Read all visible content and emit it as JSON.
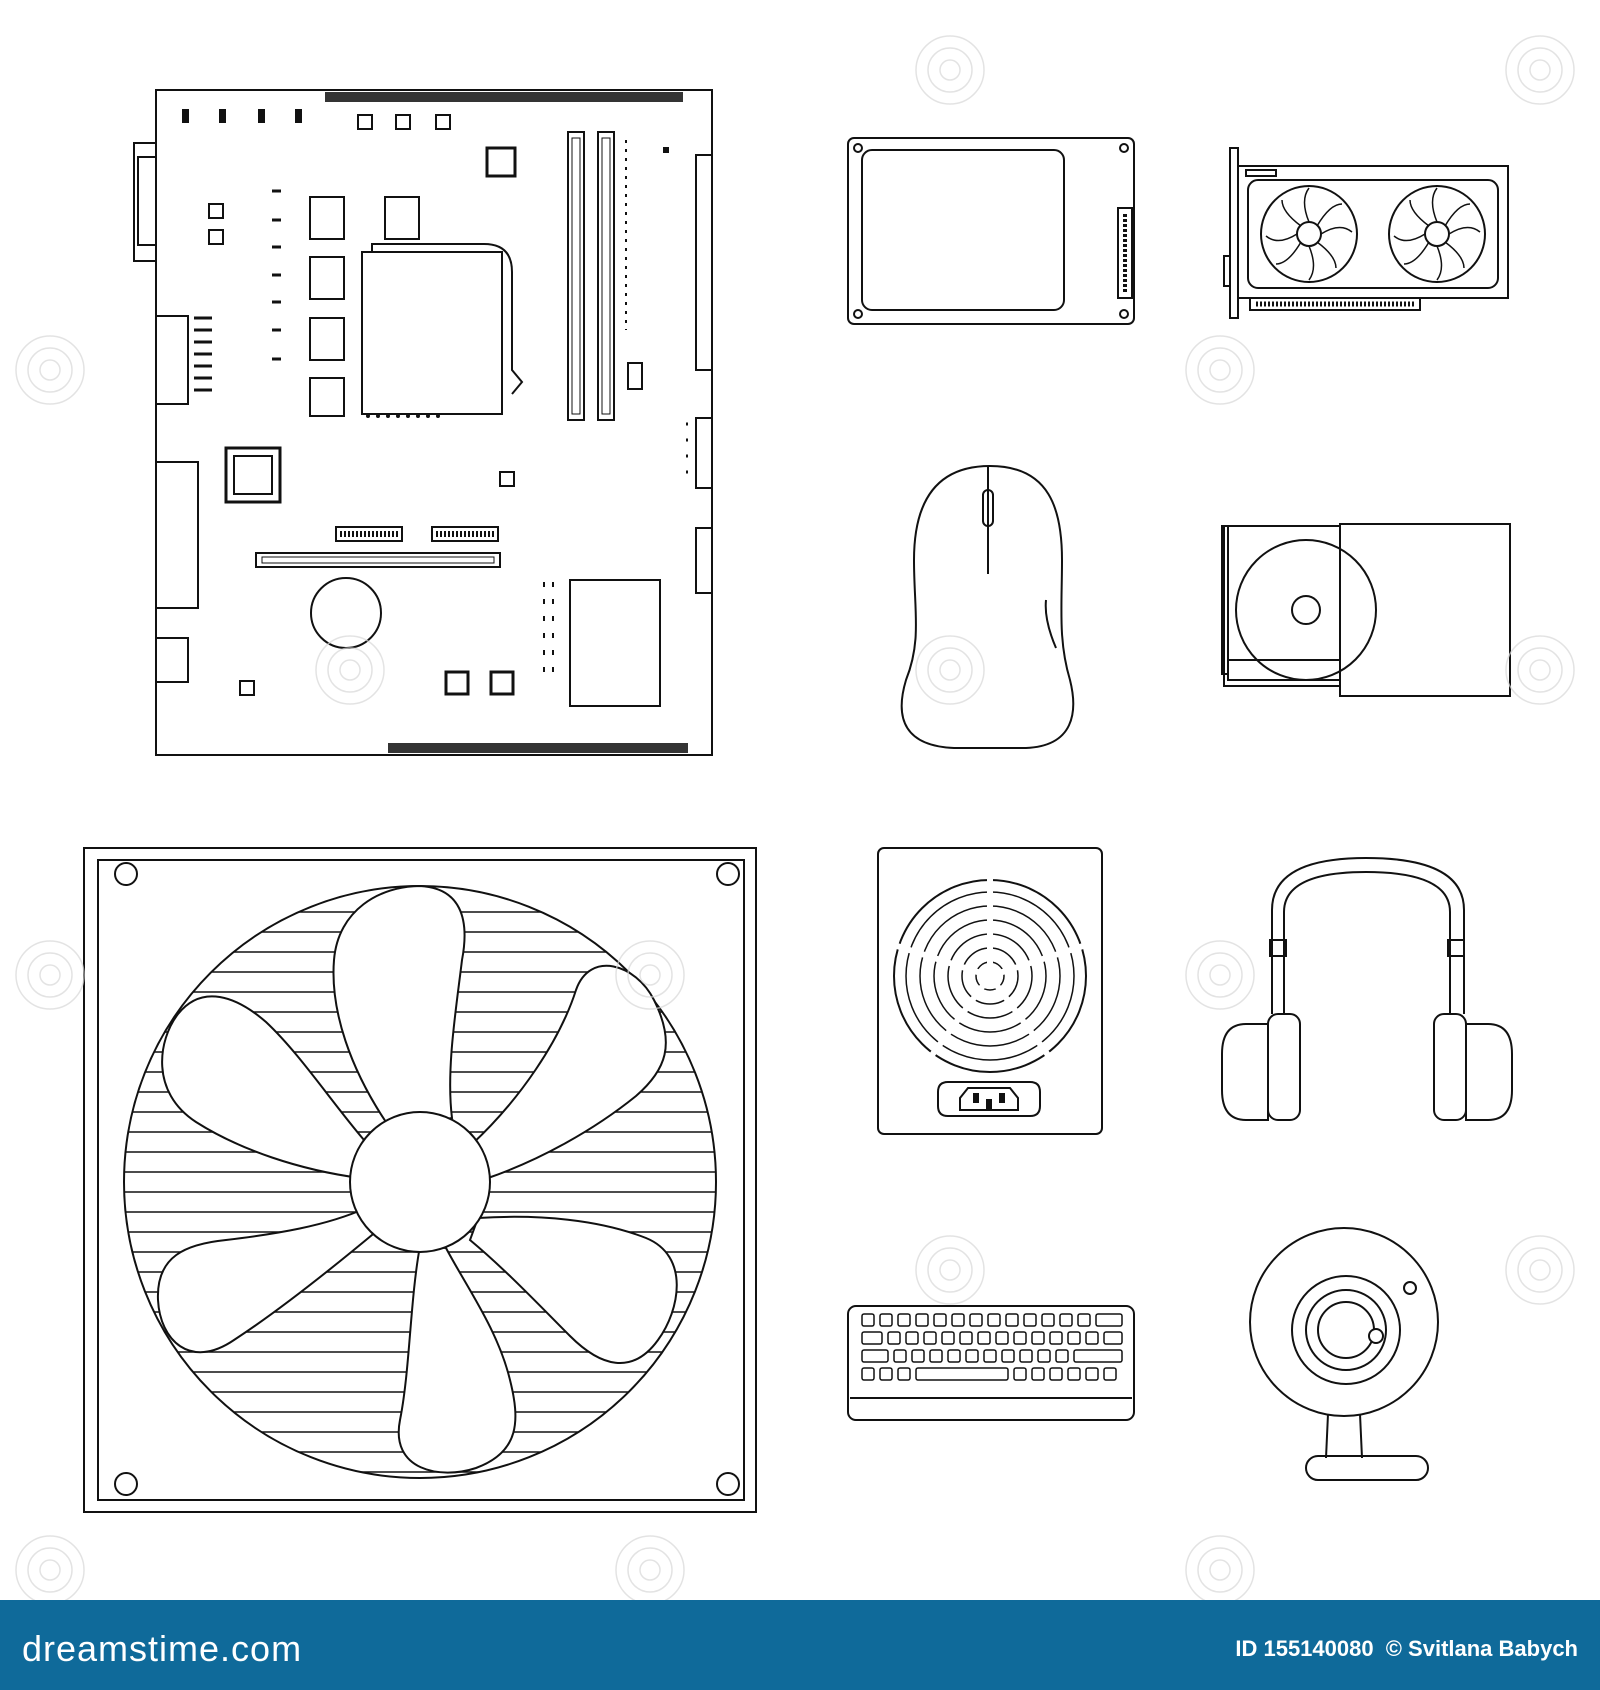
{
  "icons": [
    {
      "name": "motherboard-icon"
    },
    {
      "name": "ssd-icon"
    },
    {
      "name": "graphics-card-icon"
    },
    {
      "name": "mouse-icon"
    },
    {
      "name": "optical-drive-icon"
    },
    {
      "name": "case-fan-icon"
    },
    {
      "name": "power-supply-icon"
    },
    {
      "name": "headphones-icon"
    },
    {
      "name": "keyboard-icon"
    },
    {
      "name": "webcam-icon"
    }
  ],
  "watermark": "dreamstime",
  "footer": {
    "logo": "dreamstime.com",
    "id_text": "ID 155140080",
    "copyright_text": "© Svitlana Babych",
    "background_color": "#0f6a9a",
    "text_color": "#ffffff"
  }
}
